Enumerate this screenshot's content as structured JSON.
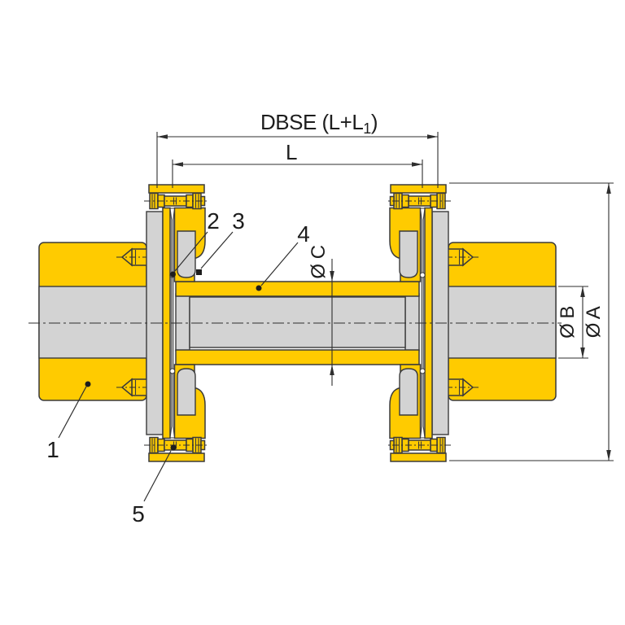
{
  "figure": {
    "type": "engineering-section-drawing",
    "subject": "disc-coupling-with-spacer",
    "colors": {
      "part_yellow": "#FFCB00",
      "part_gray": "#D3D3D3",
      "outline": "#3A3A3A",
      "dimension_line": "#2E2E2E",
      "text": "#1D1D1D",
      "background": "#FFFFFF"
    },
    "dimensions": {
      "dbse": {
        "main": "DBSE (L+L",
        "sub": "1",
        "close": ")"
      },
      "length": {
        "label": "L"
      },
      "dia_a": {
        "label": "Ø A"
      },
      "dia_b": {
        "label": "Ø B"
      },
      "dia_c": {
        "label": "Ø C"
      }
    },
    "callouts": {
      "c1": "1",
      "c2": "2",
      "c3": "3",
      "c4": "4",
      "c5": "5"
    }
  }
}
